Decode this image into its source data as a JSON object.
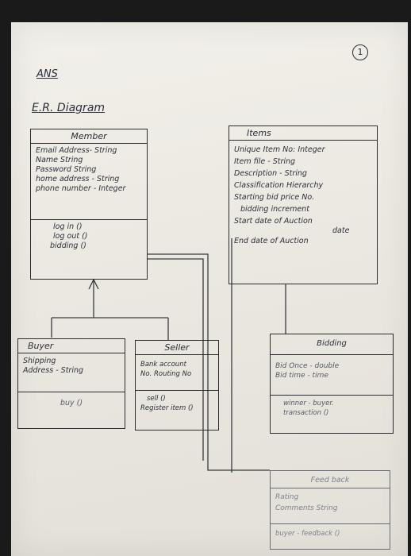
{
  "page": {
    "number": "1",
    "ans_label": "ANS",
    "heading": "E.R. Diagram"
  },
  "member": {
    "title": "Member",
    "attributes": [
      "Email Address- String",
      "Name String",
      "Password String",
      "home address - String",
      "phone number - Integer"
    ],
    "methods": [
      "log in ()",
      "log out ()",
      "bidding ()"
    ]
  },
  "items": {
    "title": "Items",
    "attributes": [
      "Unique Item No: Integer",
      "Item file - String",
      "Description - String",
      "Classification Hierarchy",
      "Starting bid price No.",
      "bidding increment",
      "Start date of Auction",
      "date",
      "End date of Auction"
    ]
  },
  "buyer": {
    "title": "Buyer",
    "attributes": [
      "Shipping",
      "Address - String"
    ],
    "methods": [
      "buy ()"
    ]
  },
  "seller": {
    "title": "Seller",
    "attributes": [
      "Bank account",
      "No. Routing No"
    ],
    "methods": [
      "sell ()",
      "Register item ()"
    ]
  },
  "bidding": {
    "title": "Bidding",
    "attributes": [
      "Bid Once - double",
      "Bid time - time"
    ],
    "methods": [
      "winner - buyer.",
      "transaction ()"
    ]
  },
  "feedback": {
    "title": "Feed back",
    "attributes": [
      "Rating",
      "Comments String"
    ],
    "methods": [
      "buyer - feedback ()"
    ]
  }
}
